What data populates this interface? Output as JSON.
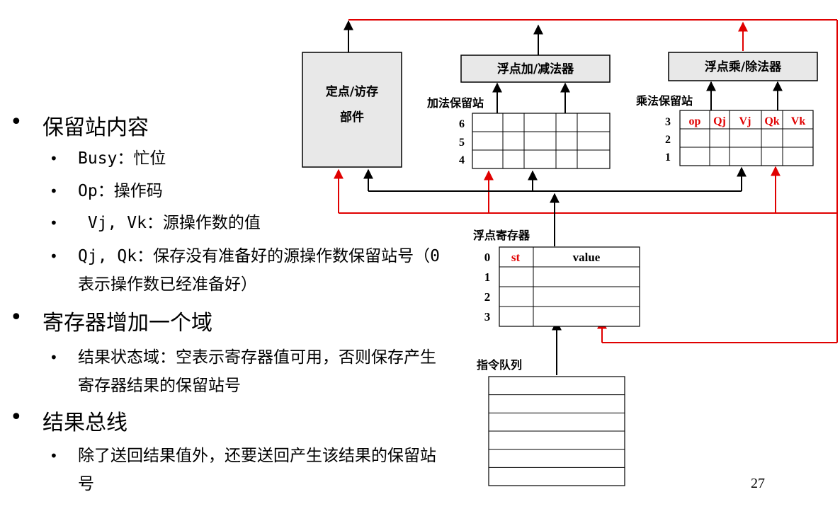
{
  "bullets": {
    "item1": "保留站内容",
    "item1_subs": [
      "Busy：忙位",
      "Op：操作码",
      " Vj, Vk：源操作数的值",
      "Qj, Qk：保存没有准备好的源操作数保留站号（0表示操作数已经准备好）"
    ],
    "item2": "寄存器增加一个域",
    "item2_subs": [
      "结果状态域：空表示寄存器值可用，否则保存产生寄存器结果的保留站号"
    ],
    "item3": "结果总线",
    "item3_subs": [
      "除了送回结果值外，还要送回产生该结果的保留站号"
    ]
  },
  "diagram": {
    "load_store_unit": [
      "定点/访存",
      "部件"
    ],
    "adder": "浮点加/减法器",
    "multiplier": "浮点乘/除法器",
    "add_rs_label": "加法保留站",
    "add_rs_rows": [
      "6",
      "5",
      "4"
    ],
    "mul_rs_label": "乘法保留站",
    "mul_rs_rows": [
      "3",
      "2",
      "1"
    ],
    "mul_rs_headers": [
      "op",
      "Qj",
      "Vj",
      "Qk",
      "Vk"
    ],
    "fp_reg_label": "浮点寄存器",
    "fp_reg_rows": [
      "0",
      "1",
      "2",
      "3"
    ],
    "fp_reg_headers": [
      "st",
      "value"
    ],
    "instr_queue_label": "指令队列",
    "instr_queue_slots": 6,
    "colors": {
      "result_bus": "#e00000",
      "emphasis_text": "#e00000",
      "unit_fill": "#e8e8e8",
      "line": "#000000"
    }
  },
  "page_number": "27"
}
